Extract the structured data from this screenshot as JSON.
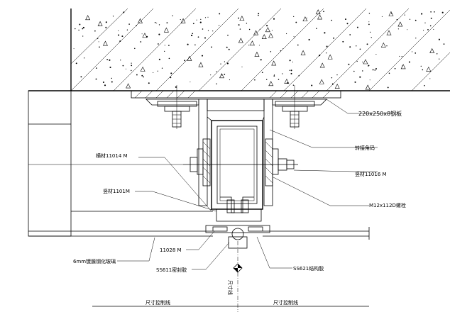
{
  "labels": {
    "steel_plate": "220x250x8钢板",
    "angle_code": "转接角码",
    "mullion_top": "横材11014 M",
    "bolt_code": "竖材11016 M",
    "mullion": "竖材1101M",
    "bolt": "M12x112D螺栓",
    "gasket": "11028 M",
    "glass": "6mm镀膜钢化玻璃",
    "sealant": "SS611密封胶",
    "structural": "SS621结构胶",
    "dim_left": "尺寸控制线",
    "dim_right": "尺寸控制线",
    "center_mark": "尺寸线"
  },
  "colors": {
    "line": "#000000",
    "background": "#ffffff"
  }
}
